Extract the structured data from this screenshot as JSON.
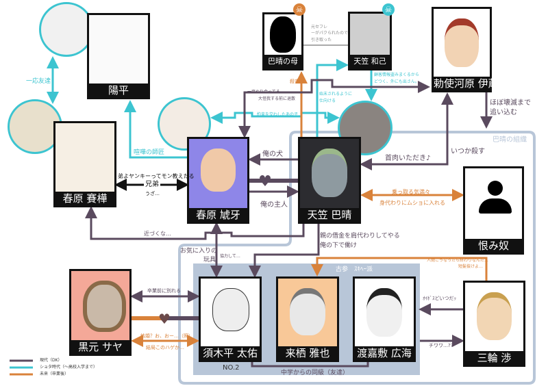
{
  "colors": {
    "present": "#5a4a5e",
    "childhood": "#3cc4d0",
    "future": "#d9823a",
    "org": "#b8c6d8"
  },
  "characters": {
    "youhei": "陽平",
    "saika": "春原 賽樺",
    "kouga": "春原 虓牙",
    "mother": "巴晴の母",
    "kazuki": "天笠 和己",
    "teshigawara": "勅使河原 伊蔵",
    "tomoharu": "天笠 巴晴",
    "uramiyatsu": "恨み奴",
    "saya": "黒元 サヤ",
    "sukihira": "須木平 太佑",
    "kurusu": "来栖 雅也",
    "tokashiki": "渡嘉敷 広海",
    "miwa": "三輪 渉"
  },
  "badges": {
    "sukihira_rank": "NO.2",
    "deceased_icon": "skull-icon"
  },
  "groups": {
    "organization": "巴晴の組織",
    "veterans": "古参　ｽｷﾍｰ派",
    "classmates": "中学からの同級（友達）"
  },
  "relations": {
    "friends": "一応友達",
    "fight_master": "喧嘩の師匠",
    "brother_top": "弟よヤンキーってモン教えたる",
    "brother": "兄弟",
    "brother_bottom": "うざ…",
    "dog": "俺の犬",
    "master": "俺の主人",
    "keep_away": "近づくな…",
    "fought1": "一度やり合ってる",
    "fought2": "大怪我する前に退散",
    "promise": "約束を交わしたあの子",
    "murder": "殺害",
    "setup1": "始末されるように",
    "setup2": "仕向ける",
    "exsefure1": "元セフレ",
    "exsefure2": "ーがパクられたので",
    "exsefure3": "引き取った",
    "customer1": "顧客情報盗みまくるから",
    "customer2": "どつく、外にも出さん。",
    "crush1": "ほぼ壊滅まで",
    "crush2": "追い込む",
    "neck": "首肉いただき♪",
    "kill_someday": "いつか殺す",
    "takeover": "乗っ取る気満々",
    "scapegoat": "身代わりにムショに入れる",
    "debt1": "親の借金を肩代わりしてやる",
    "debt2": "俺の下で働け",
    "toy1": "お気に入りの",
    "toy2": "玩具",
    "cooperate": "協力して…",
    "breakup": "卒業前に別れる",
    "marry1": "結婚？お、おー…（照）",
    "marry2": "結局このハゲか…",
    "over1": "人間こうなったら終わりなんだ…",
    "over2": "短髪抜けよ…",
    "boss": "ｵｲﾎﾞｽどいつだｯ",
    "chihuahua": "チワワ…??"
  },
  "legend": [
    {
      "label": "現代（DK）",
      "color": "#5a4a5e"
    },
    {
      "label": "ショタ時代（～高校入学まで）",
      "color": "#3cc4d0"
    },
    {
      "label": "未来（卒業後）",
      "color": "#d9823a"
    }
  ]
}
